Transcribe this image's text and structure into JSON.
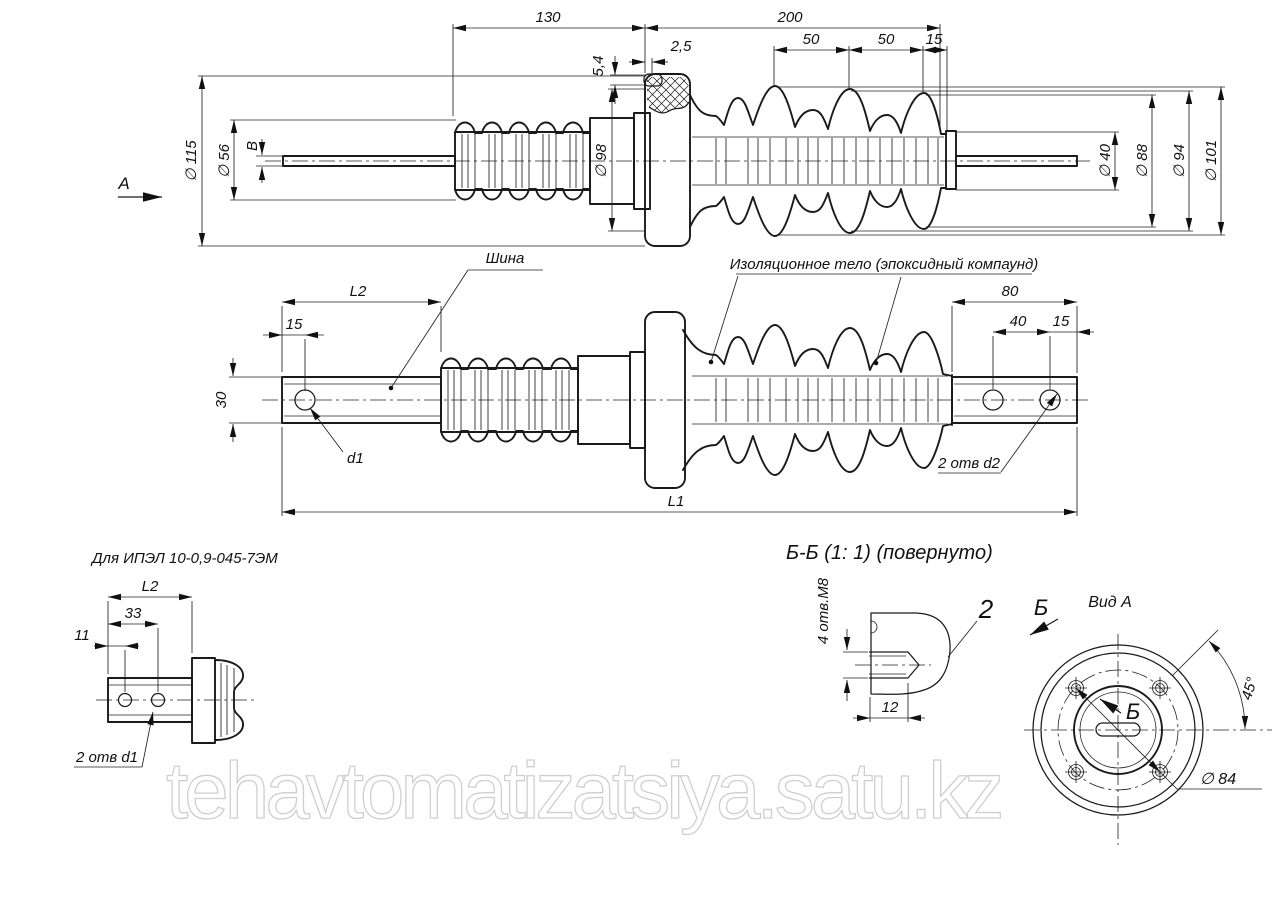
{
  "drawing": {
    "watermark": "tehavtomatizatsiya.satu.kz",
    "view_side": {
      "view_arrow": "А",
      "dim_130": "130",
      "dim_200": "200",
      "dim_50a": "50",
      "dim_50b": "50",
      "dim_15": "15",
      "dim_5_4": "5,4",
      "dim_2_5": "2,5",
      "dia_115": "∅ 115",
      "dia_56": "∅ 56",
      "dim_B": "В",
      "dia_98": "∅ 98",
      "dia_40": "∅ 40",
      "dia_88": "∅ 88",
      "dia_94": "∅ 94",
      "dia_101": "∅ 101"
    },
    "view_main": {
      "label_bus": "Шина",
      "label_body": "Изоляционное тело (эпоксидный компаунд)",
      "dim_L2": "L2",
      "dim_15": "15",
      "dim_30": "30",
      "label_d1": "d1",
      "dim_80": "80",
      "dim_40": "40",
      "dim_15b": "15",
      "label_d2": "2 отв d2",
      "dim_L1": "L1"
    },
    "detail": {
      "title": "Для ИПЭЛ 10-0,9-045-7ЭМ",
      "dim_L2": "L2",
      "dim_33": "33",
      "dim_11": "11",
      "label_d1": "2 отв d1"
    },
    "section": {
      "title": "Б-Б  (1: 1) (повернуто)",
      "label_holes": "4 отв.М8",
      "dim_12": "12",
      "callout_2": "2",
      "arrow_label": "Б"
    },
    "view_a": {
      "title": "Вид А",
      "arrow_label": "Б",
      "dim_45": "45°",
      "dia_84": "∅ 84"
    }
  }
}
